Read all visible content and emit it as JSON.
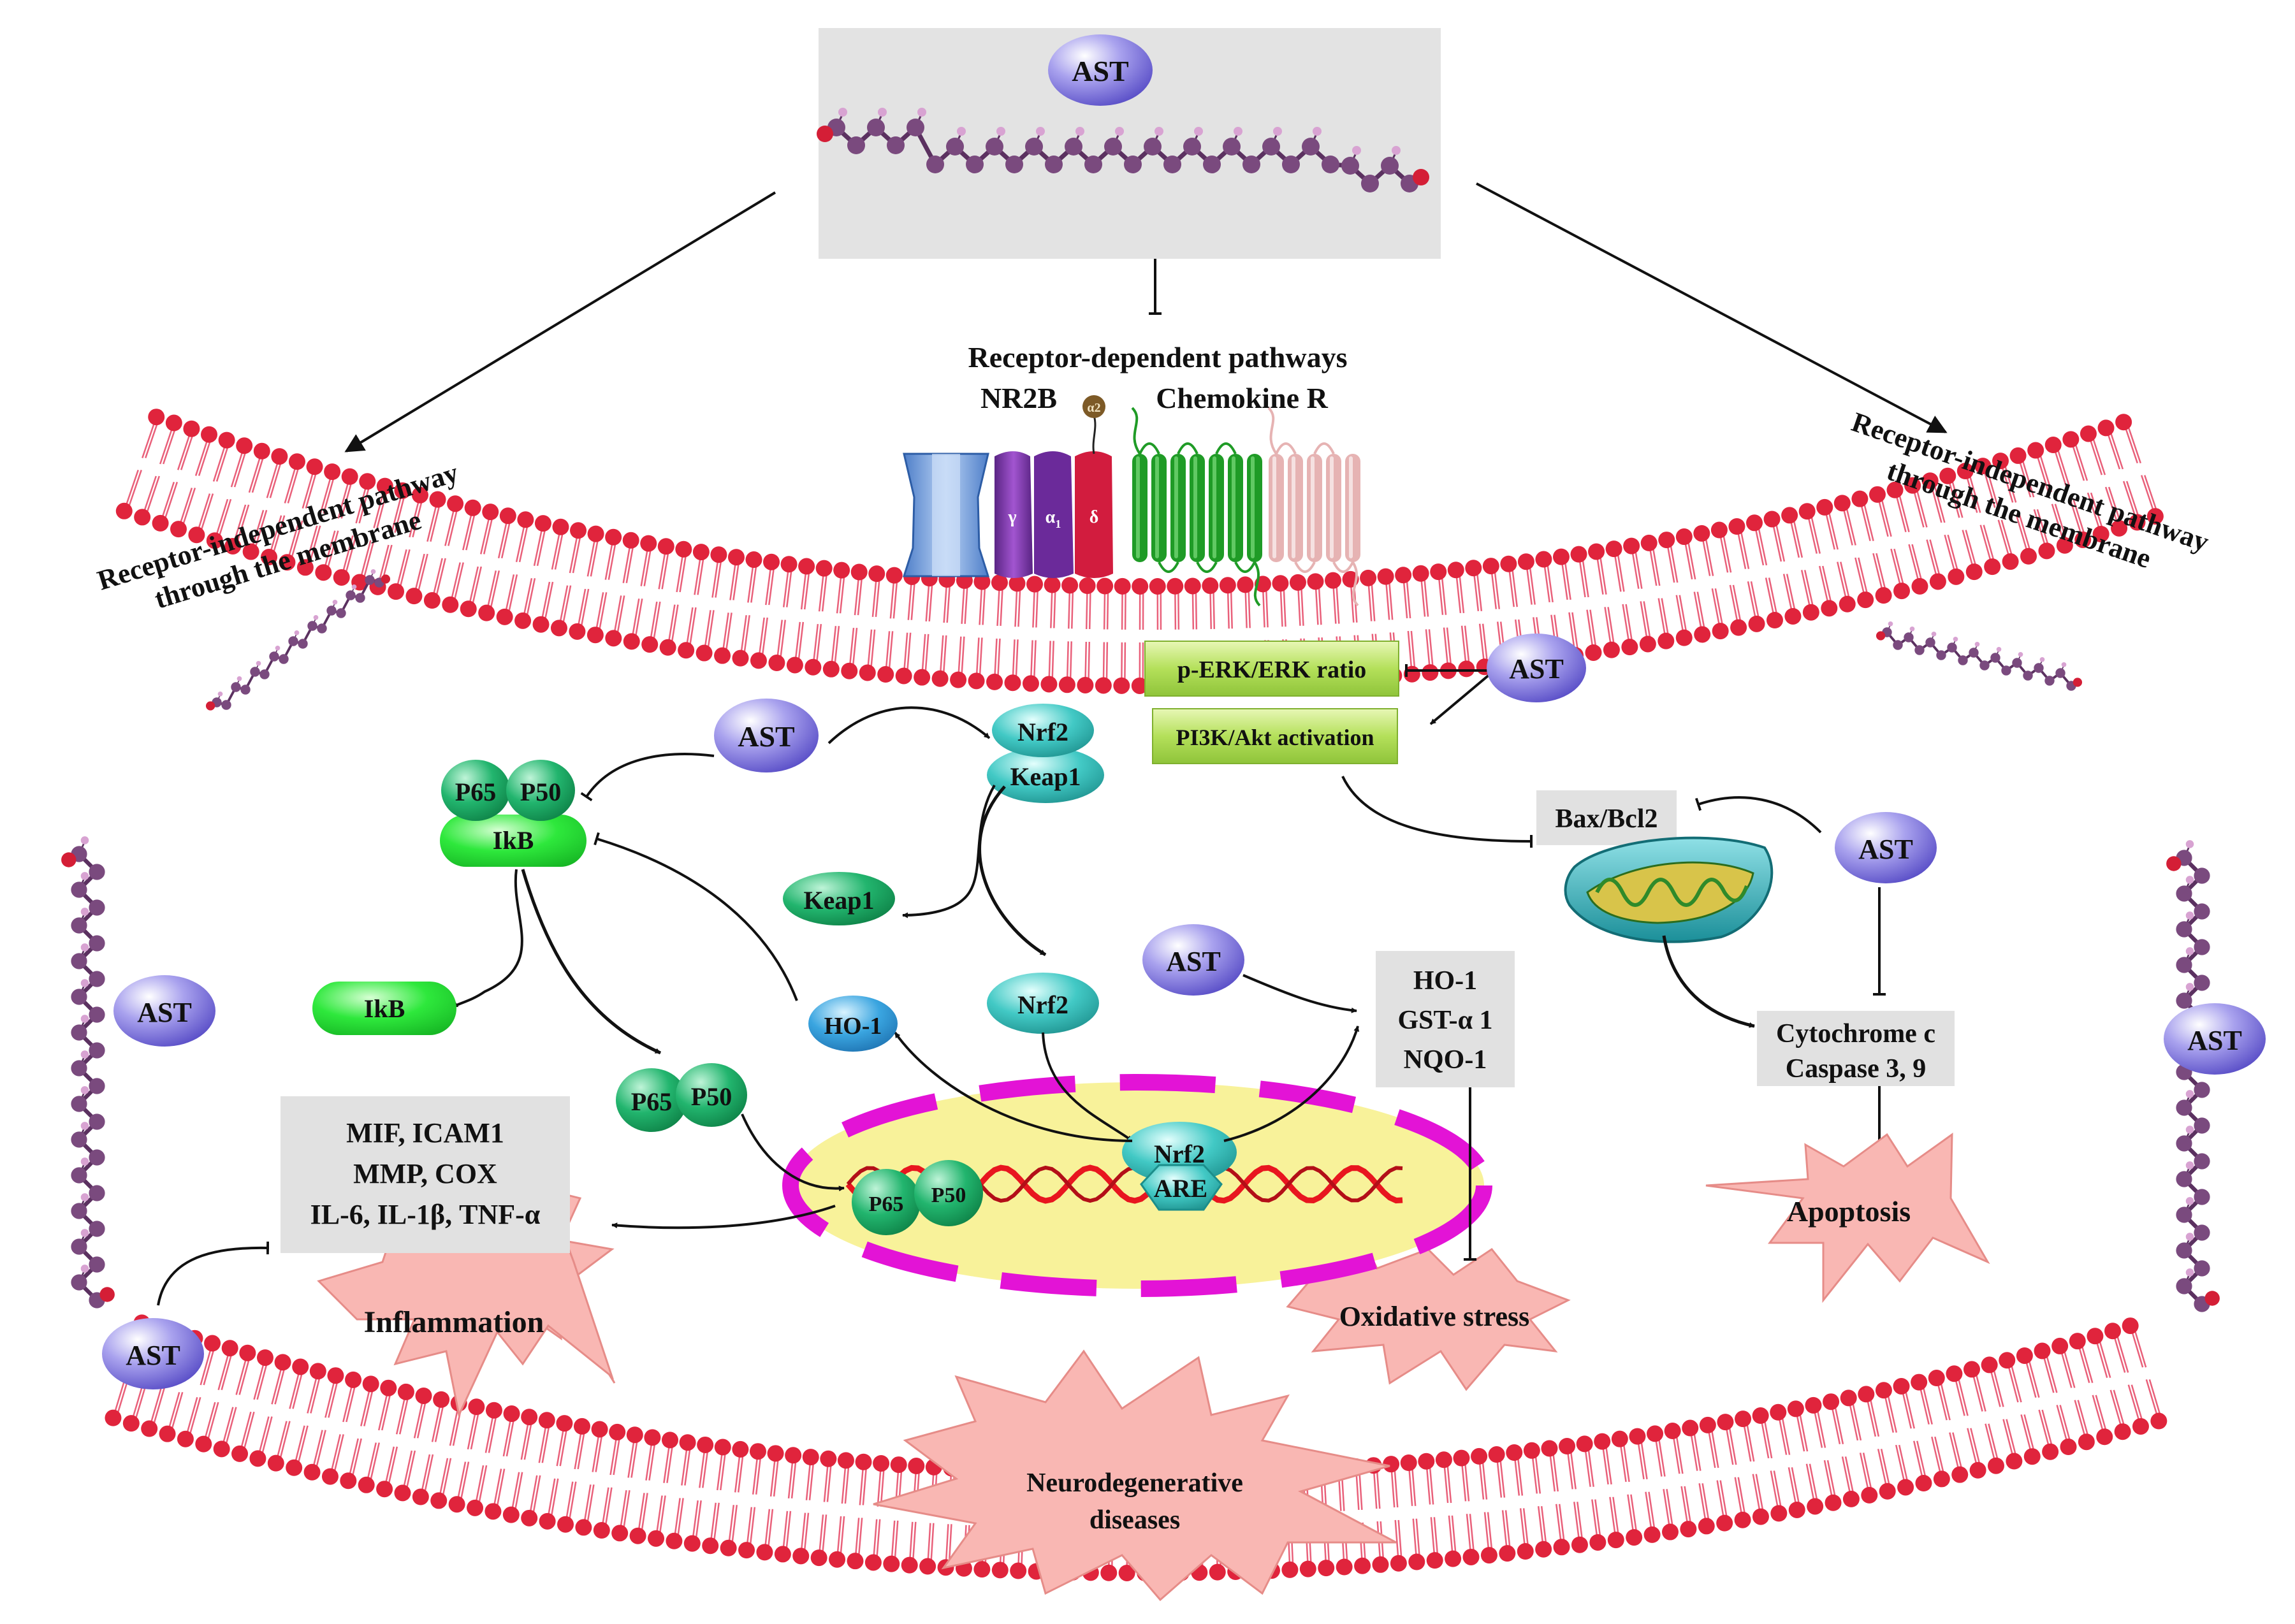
{
  "compound": {
    "label": "AST",
    "colors": {
      "atom": "#7a4a7e",
      "hydrogen": "#d8a3d2",
      "oxygen": "#d41e36",
      "bond": "#5b3160",
      "panel": "#e3e3e3"
    }
  },
  "receptor": {
    "heading": "Receptor-dependent pathways",
    "nr2b_label": "NR2B",
    "chemokine_label": "Chemokine R",
    "subunits": [
      "γ",
      "α",
      "δ"
    ],
    "alpha_subscript": "1",
    "delta_ball_label": "α2"
  },
  "passive_pathway": {
    "left_line1": "Receptor-independent pathway",
    "left_line2": "through the membrane",
    "right_line1": "Receptor-independent pathway",
    "right_line2": "through the membrane"
  },
  "signaling": {
    "erk_label": "p-ERK/ERK ratio",
    "pi3k_label": "PI3K/Akt activation",
    "bax_label": "Bax/Bcl2",
    "cyto_line1": "Cytochrome c",
    "cyto_line2": "Caspase 3, 9"
  },
  "nfkb": {
    "p65": "P65",
    "p50": "P50",
    "ikb": "IkB"
  },
  "nrf2": {
    "nrf2": "Nrf2",
    "keap1": "Keap1",
    "ho1": "HO-1",
    "are": "ARE"
  },
  "antioxidant_box": {
    "line1": "HO-1",
    "line2": "GST-α 1",
    "line3": "NQO-1"
  },
  "inflammatory_box": {
    "line1": "MIF, ICAM1",
    "line2": "MMP, COX",
    "line3": "IL-6, IL-1β, TNF-α"
  },
  "outcomes": {
    "inflammation": "Inflammation",
    "oxidative": "Oxidative stress",
    "apoptosis": "Apoptosis",
    "neuro_line1": "Neurodegenerative",
    "neuro_line2": "diseases"
  },
  "colors": {
    "membrane_head": "#e0243c",
    "membrane_tail": "#e9607a",
    "ast_oval": "#8f86e6",
    "nfkb_green": "#1fb36b",
    "ikb_green": "#2ee83c",
    "nrf2_teal": "#3cc2bf",
    "ho1_blue": "#3aa5e0",
    "signal_box": "#b4e05a",
    "grey_box": "#e1e1e1",
    "star": "#f9b7b3",
    "nucleus_fill": "#f8f29a",
    "nucleus_border": "#e313d6",
    "dna": "#e8161f",
    "channel_blue": "#7fa9e2",
    "gpcr_green": "#1f9b26",
    "gpcr_pink": "#e6b3b3"
  }
}
